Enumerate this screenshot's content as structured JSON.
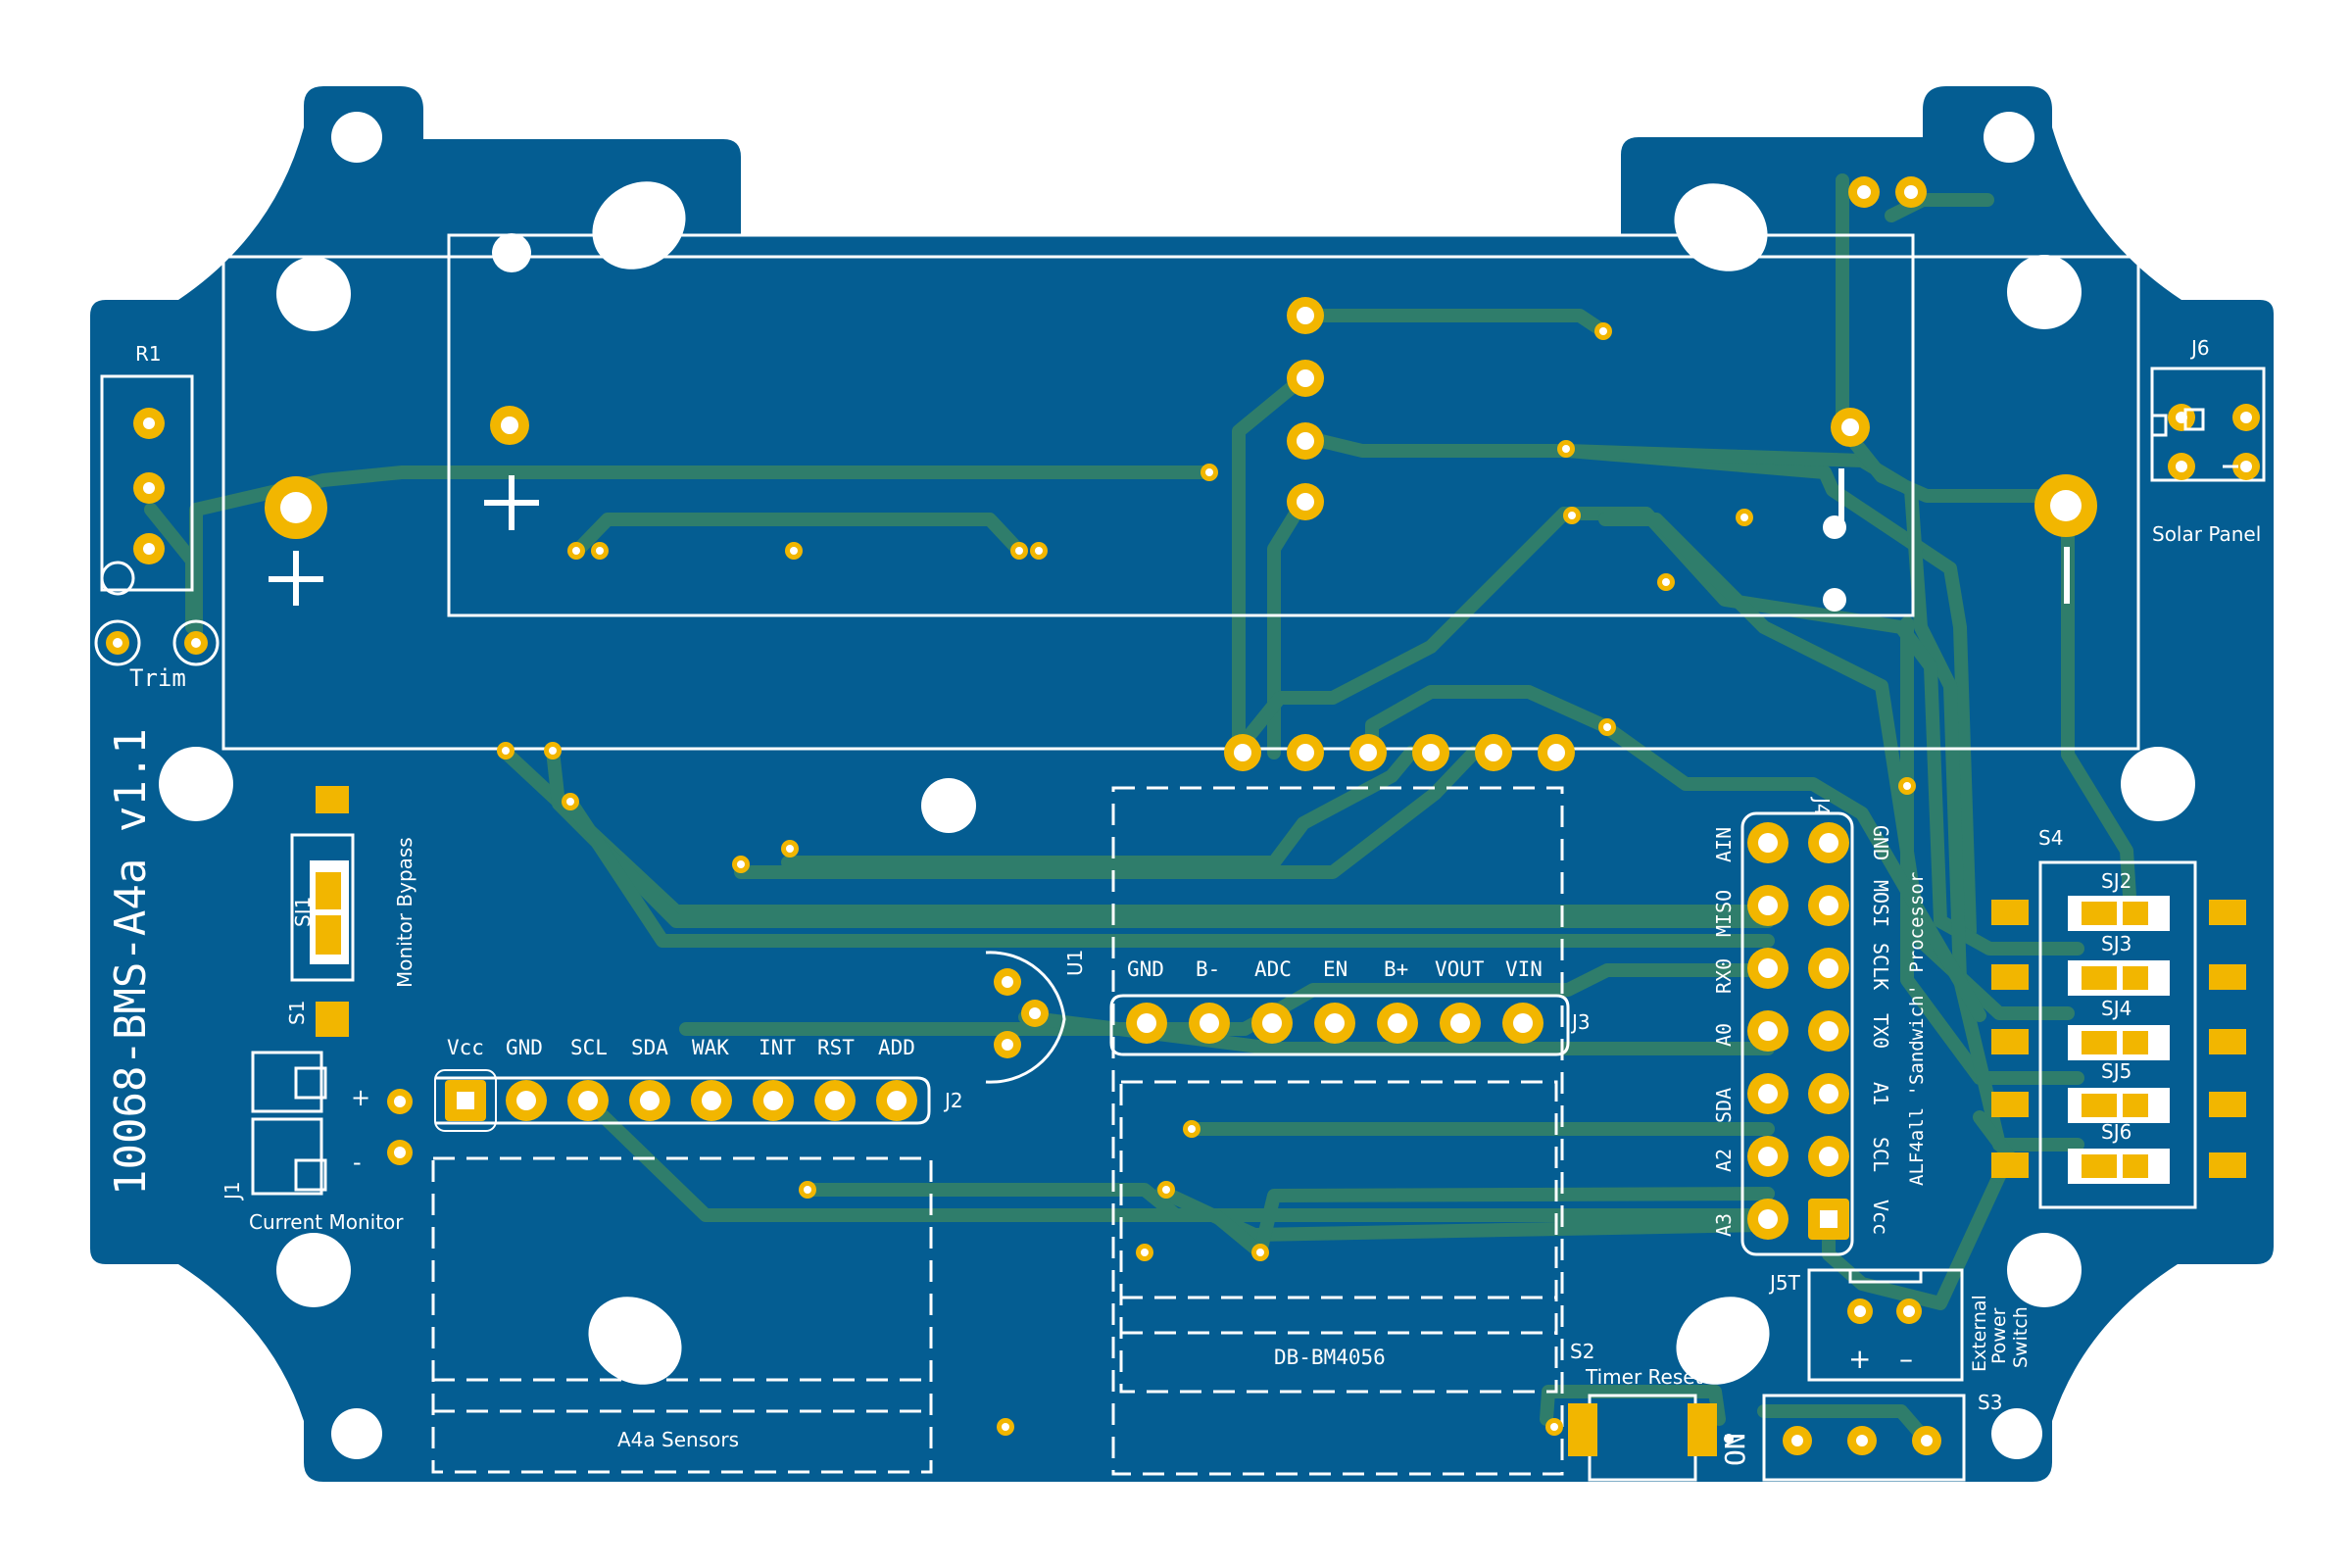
{
  "colors": {
    "board": "#045d92",
    "copper_pad": "#f2b600",
    "trace": "#2f7d6b",
    "silkscreen": "#ffffff",
    "background": "#ffffff"
  },
  "board": {
    "title": "10068-BMS-A4a v1.1"
  },
  "components": {
    "r1": {
      "ref": "R1",
      "label": "Trim"
    },
    "j6": {
      "ref": "J6",
      "label": "Solar Panel"
    },
    "s4": {
      "ref": "S4",
      "switches": [
        "SJ2",
        "SJ3",
        "SJ4",
        "SJ5",
        "SJ6"
      ]
    },
    "sj1": {
      "ref": "SJ1",
      "label": "Monitor Bypass"
    },
    "s1": {
      "ref": "S1"
    },
    "j1": {
      "ref": "J1",
      "label": "Current Monitor",
      "plus": "+",
      "minus": "-"
    },
    "u1": {
      "ref": "U1"
    },
    "j2": {
      "ref": "J2",
      "pins": [
        "Vcc",
        "GND",
        "SCL",
        "SDA",
        "WAK",
        "INT",
        "RST",
        "ADD"
      ]
    },
    "j3": {
      "ref": "J3",
      "pins": [
        "GND",
        "B-",
        "ADC",
        "EN",
        "B+",
        "VOUT",
        "VIN"
      ]
    },
    "j4": {
      "ref": "J4",
      "left_pins": [
        "AIN",
        "MISO",
        "RX0",
        "A0",
        "SDA",
        "A2",
        "A3"
      ],
      "right_pins": [
        "GND",
        "MOSI",
        "SCLK",
        "TX0",
        "A1",
        "SCL",
        "Vcc"
      ],
      "label": "ALF4all 'Sandwich' Processor"
    },
    "j5t": {
      "ref": "J5T",
      "plus": "+",
      "minus": "–",
      "label": [
        "External",
        "Power",
        "Switch"
      ]
    },
    "s2": {
      "ref": "S2",
      "label": "Timer Reset"
    },
    "s3": {
      "ref": "S3",
      "label": "ON"
    },
    "a4a": {
      "label": "A4a Sensors"
    },
    "db": {
      "label": "DB-BM4056"
    },
    "battery": {
      "plus": "+",
      "minus": "–"
    }
  }
}
